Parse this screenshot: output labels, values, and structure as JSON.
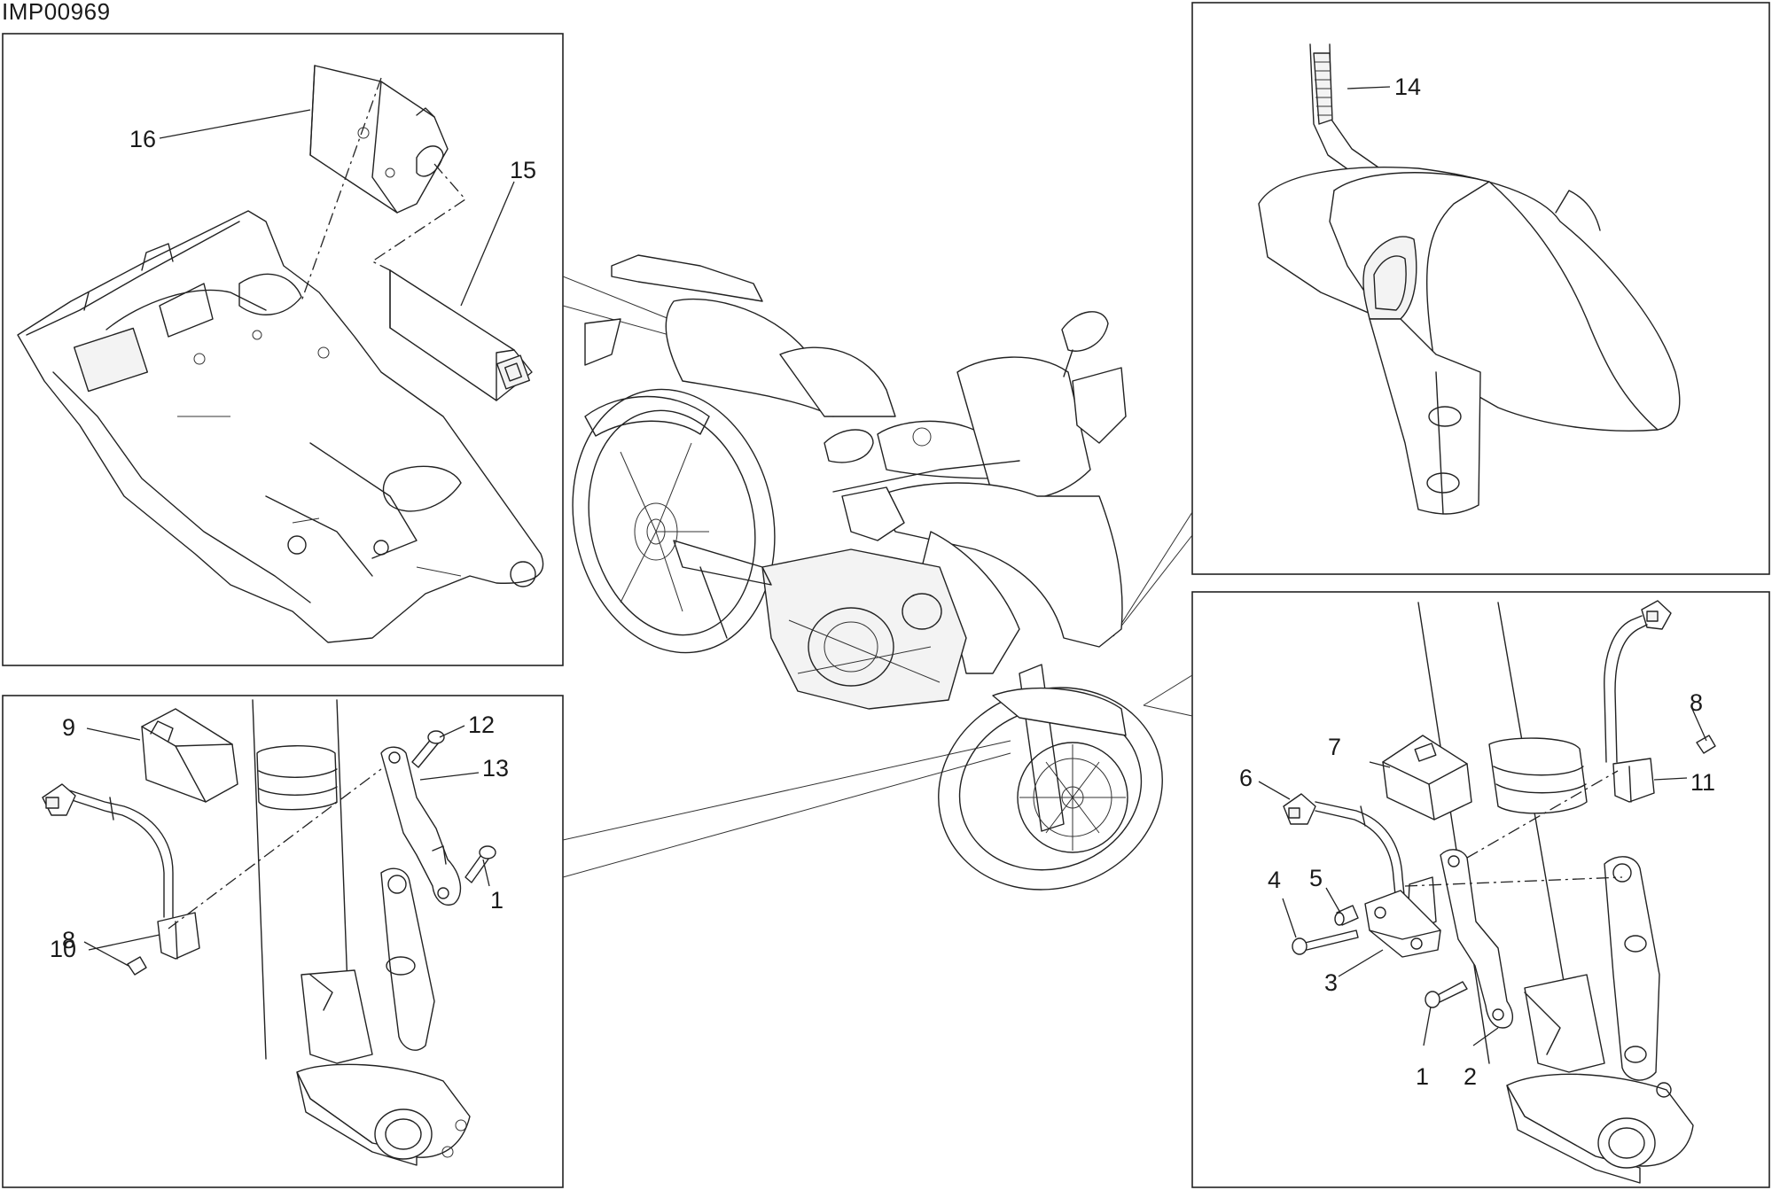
{
  "document": {
    "id": "IMP00969"
  },
  "callouts": {
    "p1": "1",
    "p1b": "1",
    "p2": "2",
    "p3": "3",
    "p4": "4",
    "p5": "5",
    "p6": "6",
    "p7": "7",
    "p8": "8",
    "p8b": "8",
    "p9": "9",
    "p10": "10",
    "p11": "11",
    "p12": "12",
    "p13": "13",
    "p14": "14",
    "p15": "15",
    "p16": "16"
  }
}
